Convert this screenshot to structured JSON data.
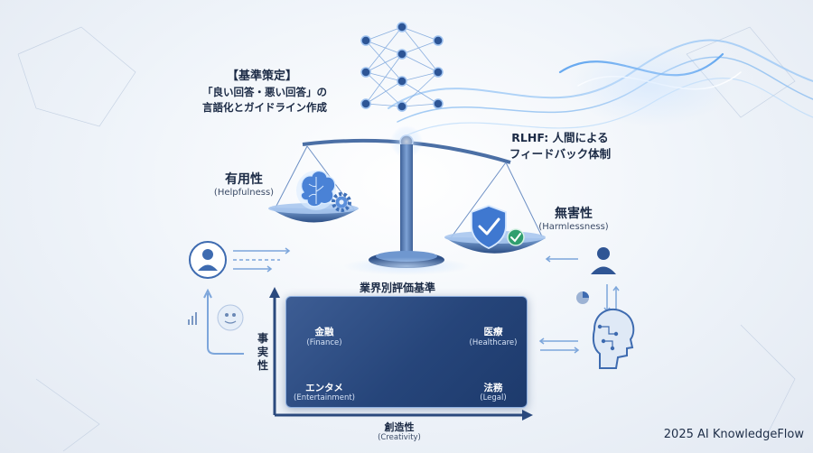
{
  "header": {
    "title": "【基準策定】",
    "desc_line1": "「良い回答・悪い回答」の",
    "desc_line2": "言語化とガイドライン作成"
  },
  "rlhf": {
    "line1": "RLHF: 人間による",
    "line2": "フィードバック体制"
  },
  "scale": {
    "left": {
      "label_jp": "有用性",
      "label_en": "(Helpfulness)",
      "icons": [
        "brain-icon",
        "gear-icon"
      ]
    },
    "right": {
      "label_jp": "無害性",
      "label_en": "(Harmlessness)",
      "icons": [
        "shield-check-icon",
        "check-badge-icon"
      ]
    }
  },
  "matrix": {
    "title": "業界別評価基準",
    "y_axis": "事実性",
    "x_axis_jp": "創造性",
    "x_axis_en": "(Creativity)",
    "quadrants": {
      "finance": {
        "jp": "金融",
        "en": "(Finance)",
        "icon": "chart-icon"
      },
      "healthcare": {
        "jp": "医療",
        "en": "(Healthcare)",
        "icon": "dna-icon"
      },
      "entertainment": {
        "jp": "エンタメ",
        "en": "(Entertainment)",
        "icon": "film-icon"
      },
      "legal": {
        "jp": "法務",
        "en": "(Legal)",
        "icon": "document-icon"
      }
    }
  },
  "footer": {
    "text": "2025 AI KnowledgeFlow"
  },
  "colors": {
    "accent": "#4a8ee0",
    "arrow_orange": "#f08a4b",
    "navy": "#1d3a6c"
  }
}
